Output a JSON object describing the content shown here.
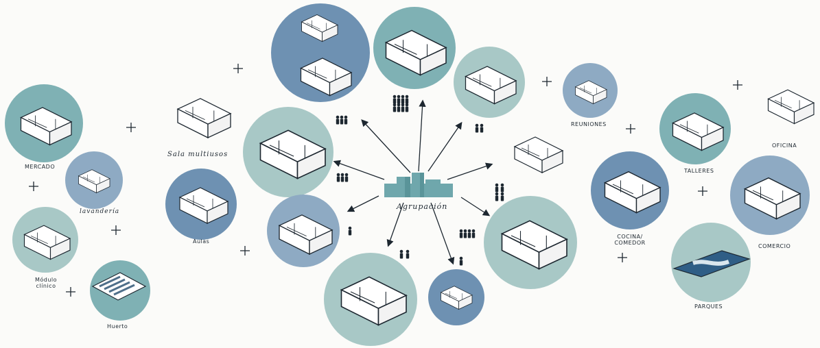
{
  "colors": {
    "dark_blue": "#6e91b2",
    "mid_blue": "#8eaac3",
    "teal": "#7fb1b4",
    "light_teal": "#a8c8c6",
    "ink": "#1d2730",
    "center_block": "#6fa7ac"
  },
  "center": {
    "label": "Agrupación"
  },
  "labels": {
    "mercado": "MERCADO",
    "lavanderia": "lavandería",
    "modulo_line1": "Módulo",
    "modulo_line2": "clínico",
    "huerto": "Huerto",
    "sala": "Sala multiusos",
    "aulas": "Aulas",
    "reuniones": "REUNIONES",
    "talleres": "TALLERES",
    "oficina": "OFICINA",
    "cocina_line1": "COCINA/",
    "cocina_line2": "COMEDOR",
    "comercio": "COMERCIO",
    "parques": "PARQUES"
  },
  "icons": {
    "people": "people-icon",
    "plus": "plus-icon",
    "arrow": "arrow-icon",
    "building": "isometric-building-icon"
  }
}
